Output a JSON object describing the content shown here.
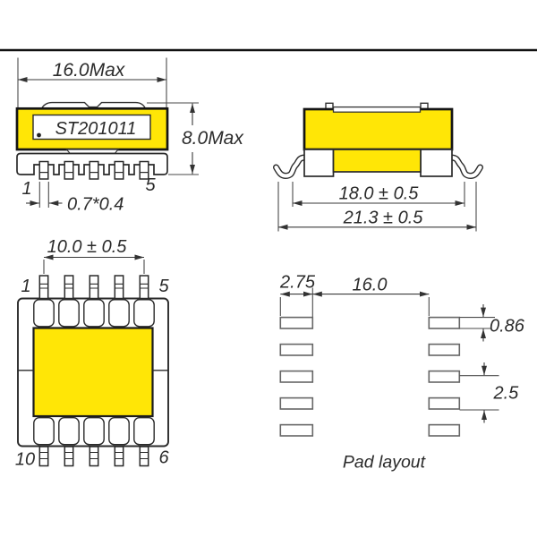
{
  "drawing": {
    "part_number": "ST201011",
    "front_view": {
      "width": "16.0Max",
      "height": "8.0Max",
      "pin_first": "1",
      "pin_last": "5",
      "pin_size": "0.7*0.4"
    },
    "side_view": {
      "body_width": "18.0 ± 0.5",
      "overall_width": "21.3 ± 0.5"
    },
    "top_view": {
      "pin_span": "10.0 ± 0.5",
      "pin_top_left": "1",
      "pin_top_right": "5",
      "pin_bottom_left": "10",
      "pin_bottom_right": "6"
    },
    "pad_layout": {
      "caption": "Pad layout",
      "pad_width": "2.75",
      "pad_gap": "16.0",
      "pad_height": "0.86",
      "pad_pitch": "2.5"
    },
    "colors": {
      "body_fill": "#ffe606",
      "outline": "#1a1a1a",
      "dimension": "#333333"
    }
  }
}
